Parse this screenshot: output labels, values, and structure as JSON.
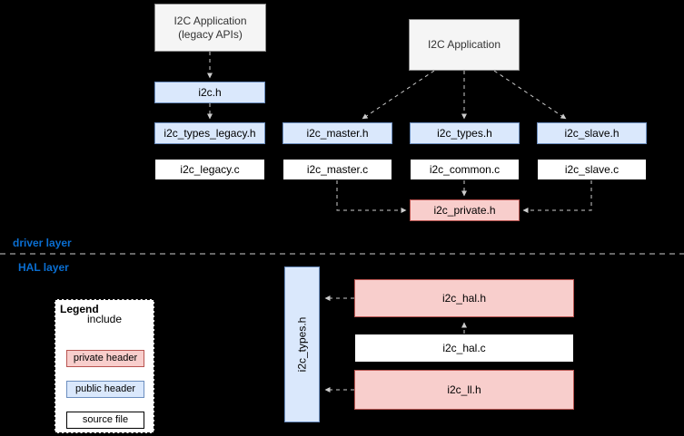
{
  "diagram": {
    "apps": {
      "legacy": "I2C Application\n(legacy APIs)",
      "modern": "I2C Application"
    },
    "driver": {
      "i2c_h": "i2c.h",
      "types_legacy_h": "i2c_types_legacy.h",
      "master_h": "i2c_master.h",
      "types_h": "i2c_types.h",
      "slave_h": "i2c_slave.h",
      "legacy_c": "i2c_legacy.c",
      "master_c": "i2c_master.c",
      "common_c": "i2c_common.c",
      "slave_c": "i2c_slave.c",
      "private_h": "i2c_private.h"
    },
    "hal": {
      "types_h_vertical": "i2c_types.h",
      "hal_h": "i2c_hal.h",
      "hal_c": "i2c_hal.c",
      "ll_h": "i2c_ll.h"
    },
    "layers": {
      "driver": "driver layer",
      "hal": "HAL layer"
    },
    "legend": {
      "title": "Legend",
      "include_label": "include",
      "private_header": "private header",
      "public_header": "public header",
      "source_file": "source file"
    },
    "colors": {
      "public_header_fill": "#dae8fc",
      "private_header_fill": "#f8cecc",
      "source_file_fill": "#ffffff",
      "app_fill": "#f5f5f5",
      "layer_label_text": "#0a6ed1",
      "connector": "#cccccc",
      "background": "#000000"
    }
  }
}
